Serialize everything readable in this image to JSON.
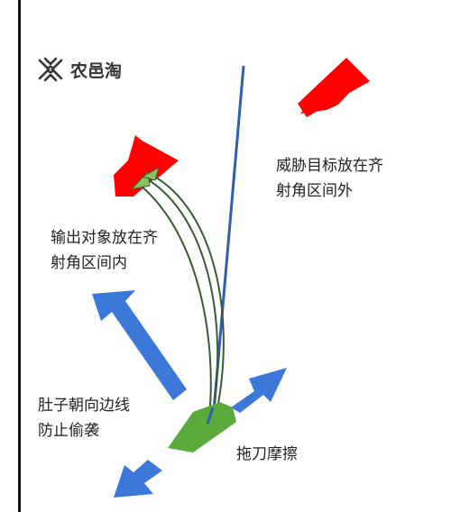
{
  "logo": {
    "text": "农邑淘",
    "icon": "knot-logo-icon"
  },
  "labels": {
    "threat_target": "威胁目标放在齐\n射角区间外",
    "output_target": "输出对象放在齐\n射角区间内",
    "belly_to_edge": "肚子朝向边线\n防止偷袭",
    "blade_rub": "拖刀摩擦"
  },
  "colors": {
    "enemy_ship": "#ff0000",
    "own_ship": "#5aaa3c",
    "movement_arrow": "#3c78d8",
    "heading_line": "#2e5fb0",
    "trajectory": "#3a5a3a",
    "edge_line": "#111111"
  }
}
